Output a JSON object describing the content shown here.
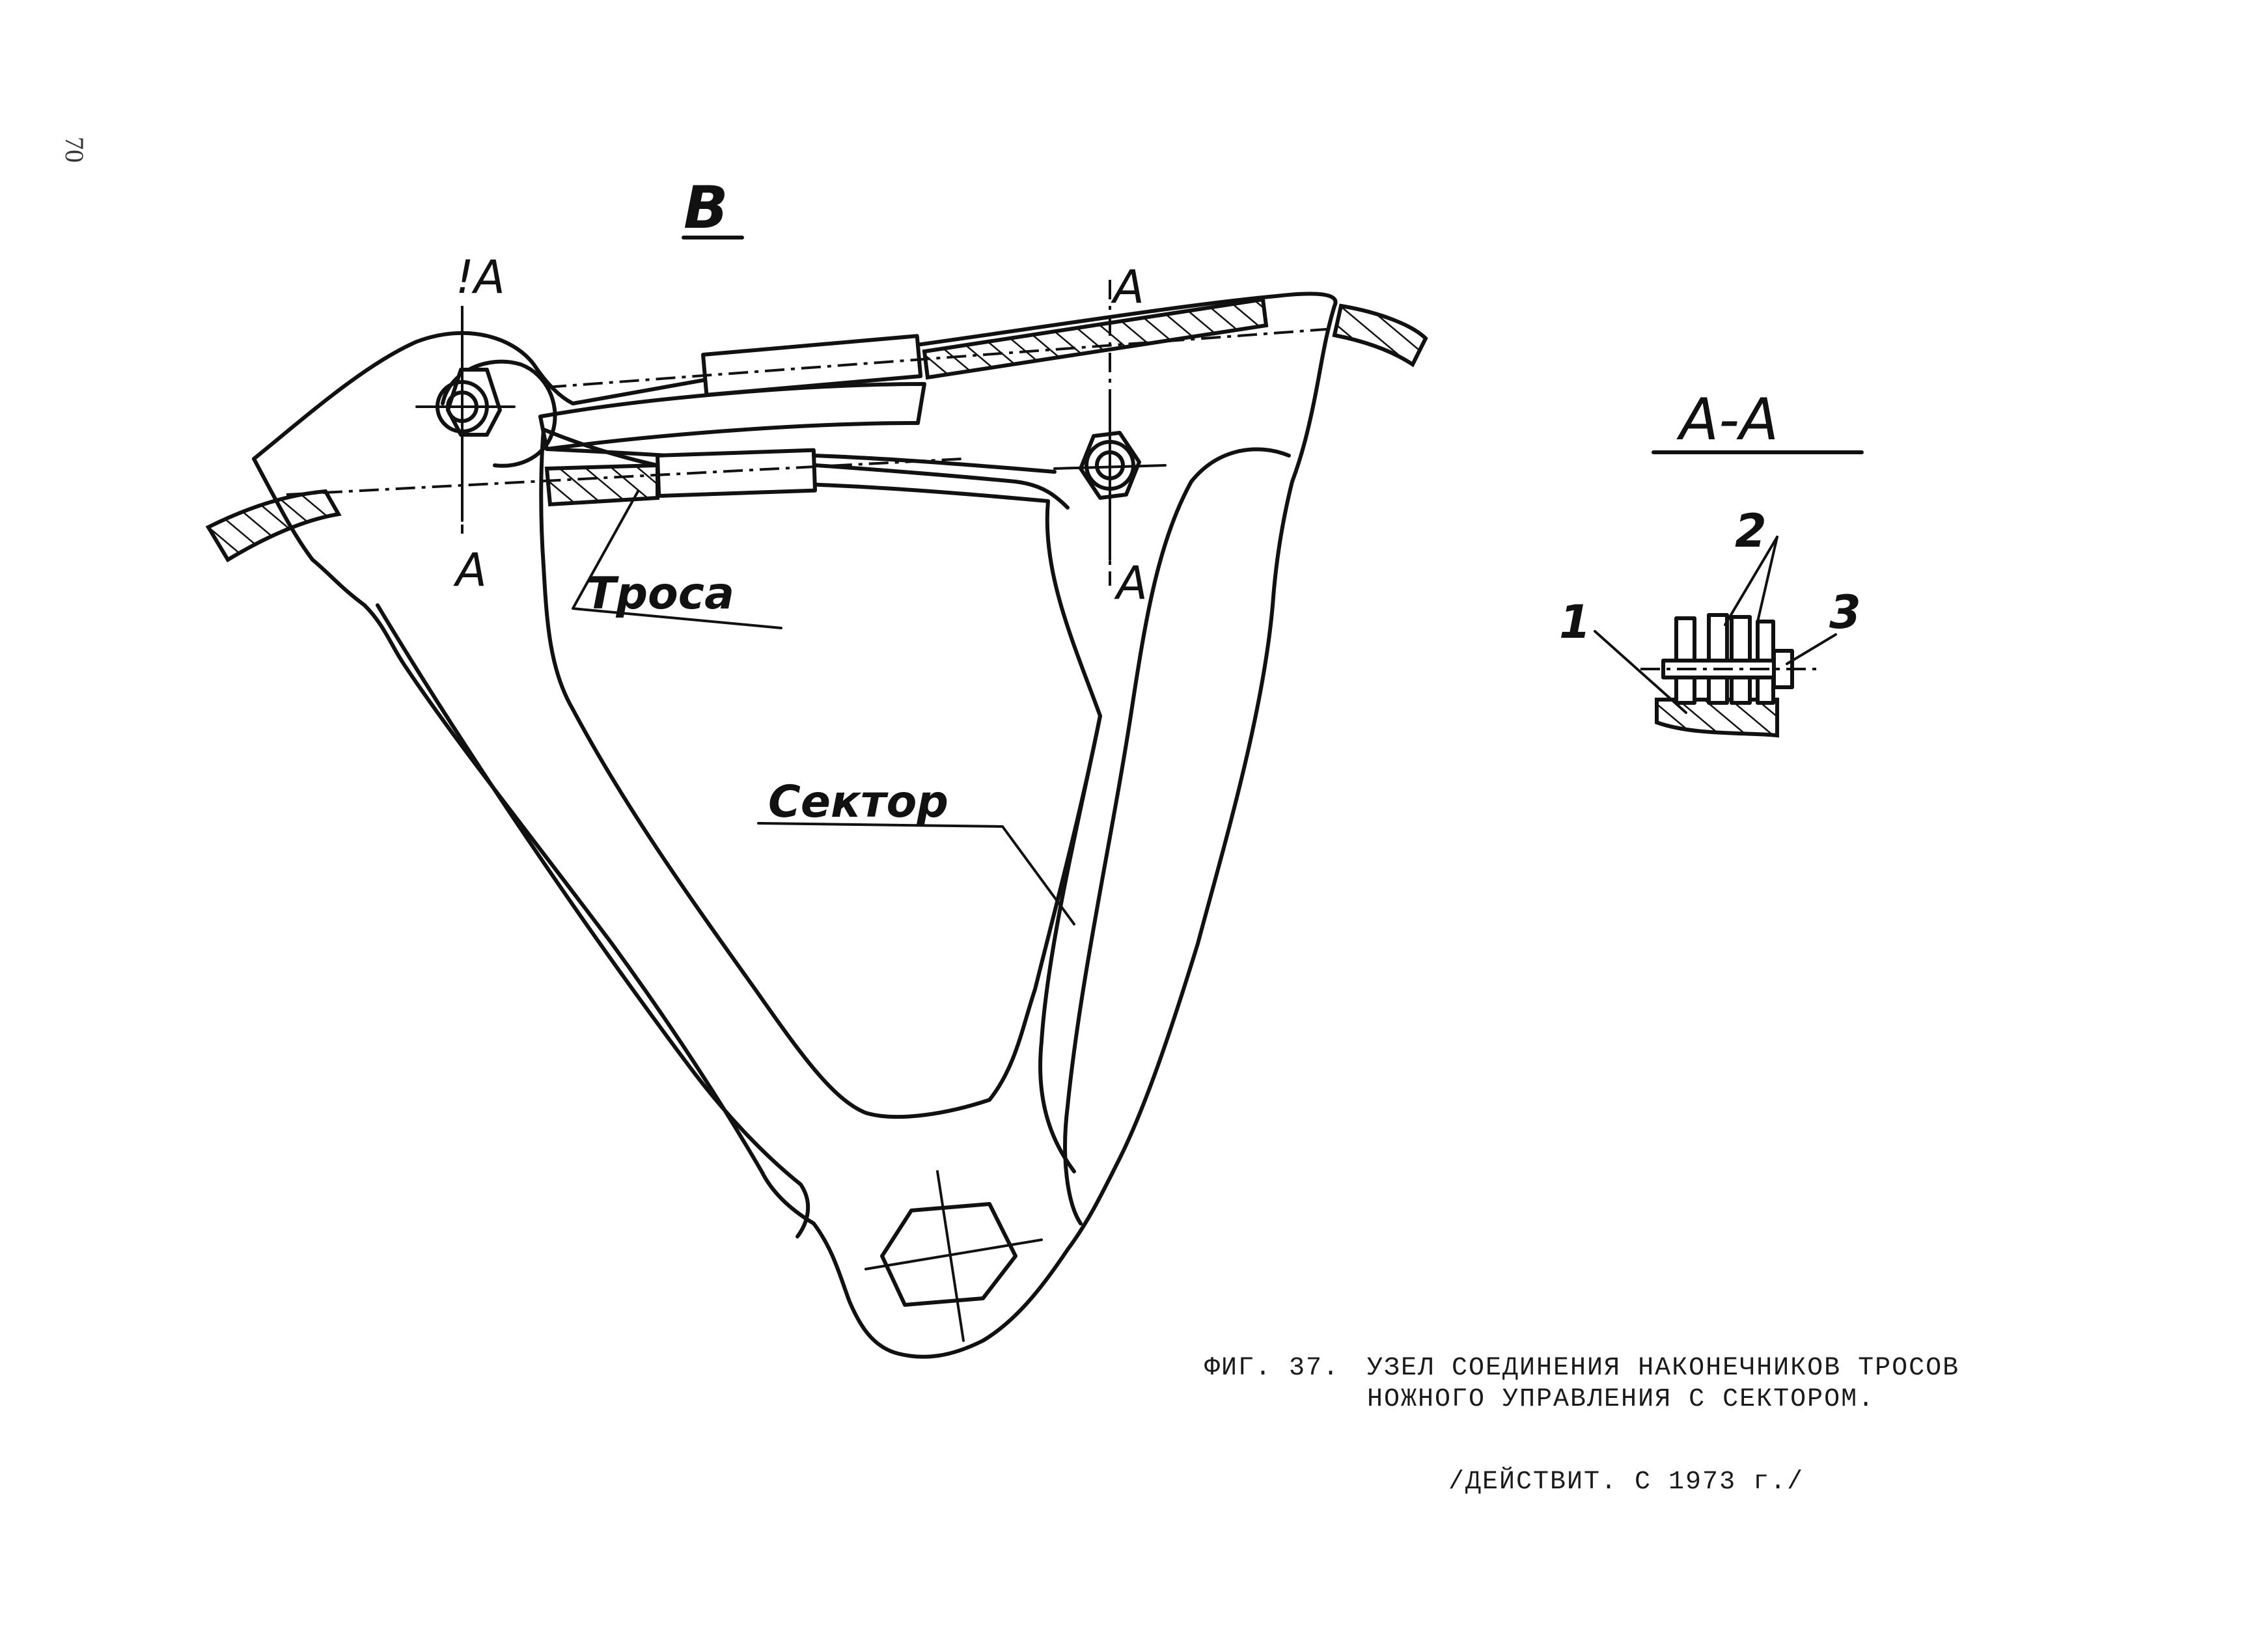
{
  "page_number": "70",
  "view_label": "В",
  "section_marks": {
    "top_left": "!A",
    "bottom_left": "A",
    "top_right": "A",
    "bottom_right": "A"
  },
  "callouts": {
    "cables": "Троса",
    "sector": "Сектор"
  },
  "section_view": {
    "title": "А-А",
    "item_1": "1",
    "item_2": "2",
    "item_3": "3"
  },
  "caption": {
    "figure": "ФИГ. 37.",
    "line1": "УЗЕЛ СОЕДИНЕНИЯ НАКОНЕЧНИКОВ ТРОСОВ",
    "line2": "НОЖНОГО УПРАВЛЕНИЯ С СЕКТОРОМ.",
    "validity": "/ДЕЙСТВИТ. С 1973 г./"
  }
}
